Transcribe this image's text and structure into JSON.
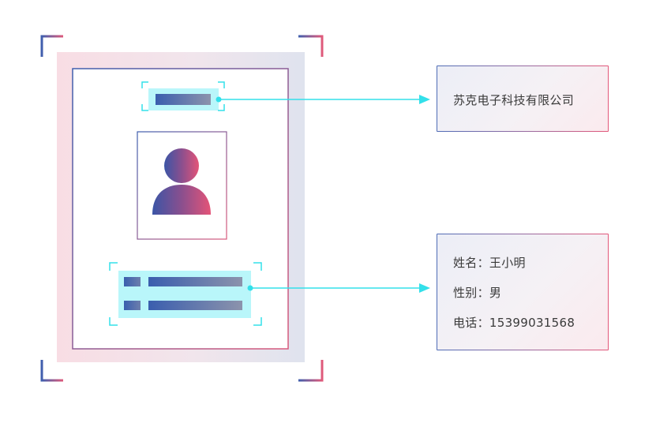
{
  "company_card": {
    "text": "苏克电子科技有限公司"
  },
  "person_card": {
    "name_label": "姓名：",
    "name_value": "王小明",
    "gender_label": "性别：",
    "gender_value": "男",
    "phone_label": "电话：",
    "phone_value": "15399031568"
  },
  "colors": {
    "accent_cyan": "#33e0ea",
    "cyan_highlight": "#b9f6fa",
    "gradient_blue": "#3b5fae",
    "gradient_pink": "#e3587a",
    "card_bg": "#f1f0f6"
  },
  "icons": [
    "person-avatar-icon",
    "arrow-right-icon"
  ]
}
